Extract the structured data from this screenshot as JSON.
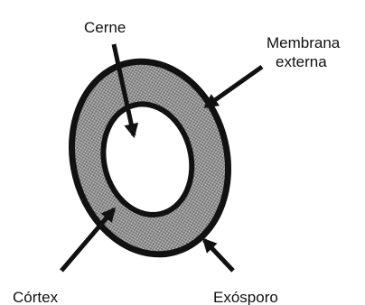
{
  "diagram": {
    "labels": {
      "core": "Cerne",
      "outer_membrane_line1": "Membrana",
      "outer_membrane_line2": "externa",
      "cortex": "Córtex",
      "exosporium": "Exósporo"
    },
    "colors": {
      "background": "#ffffff",
      "outline": "#111111",
      "cortex_fill": "#8c8c8c",
      "core_fill": "#ffffff",
      "arrows": "#111111"
    }
  }
}
